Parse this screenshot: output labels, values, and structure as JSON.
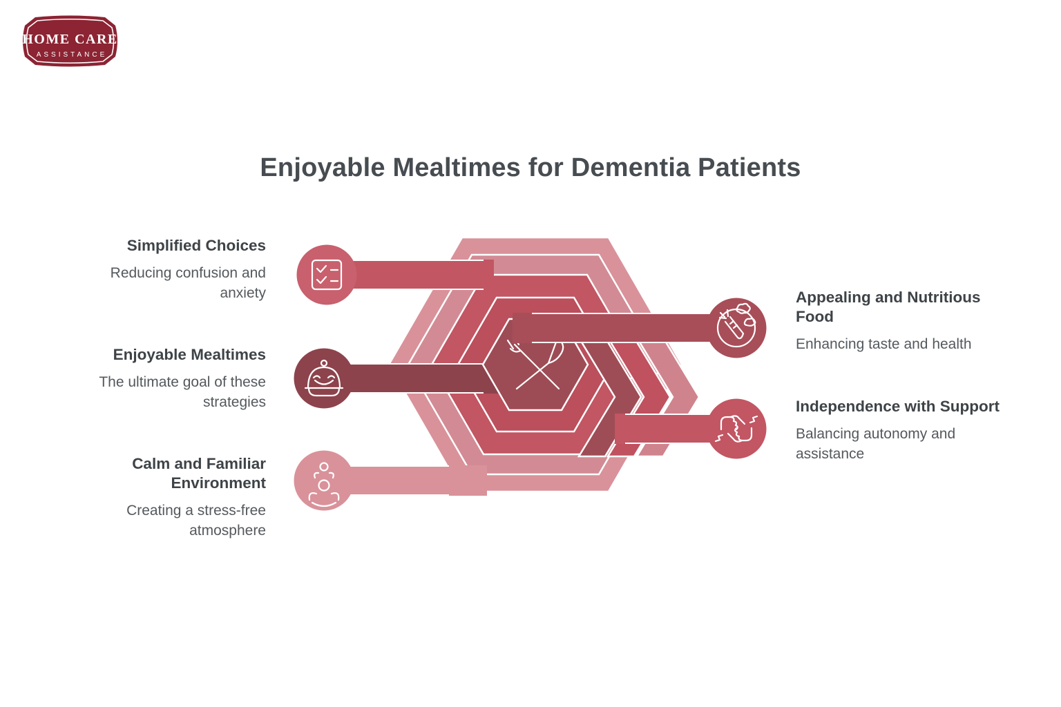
{
  "logo": {
    "line1": "HOME CARE",
    "line2": "ASSISTANCE"
  },
  "title": "Enjoyable Mealtimes for Dementia Patients",
  "items": [
    {
      "id": "simplified-choices",
      "side": "left",
      "title": "Simplified Choices",
      "subtitle": "Reducing confusion and anxiety",
      "icon": "checklist-icon"
    },
    {
      "id": "enjoyable-mealtimes",
      "side": "left",
      "title": "Enjoyable Mealtimes",
      "subtitle": "The ultimate goal of these strategies",
      "icon": "cloche-smile-icon"
    },
    {
      "id": "calm-environment",
      "side": "left",
      "title": "Calm and Familiar Environment",
      "subtitle": "Creating a stress-free atmosphere",
      "icon": "caregiver-person-icon"
    },
    {
      "id": "appealing-food",
      "side": "right",
      "title": "Appealing and Nutritious Food",
      "subtitle": "Enhancing taste and health",
      "icon": "vegetables-icon"
    },
    {
      "id": "independence-support",
      "side": "right",
      "title": "Independence with Support",
      "subtitle": "Balancing autonomy and assistance",
      "icon": "supporting-hands-icon"
    }
  ],
  "center_icon": "fork-knife-icon",
  "colors": {
    "brand": "#8c2433",
    "pink_light": "#d9929a",
    "pink_mid": "#d28b94",
    "red_mid": "#c25663",
    "red_deep": "#a84e59",
    "maroon": "#8d434c",
    "hex_center": "#9d4c55",
    "red_inner": "#bb4f5c",
    "chevron_dark": "#9e4d56",
    "chevron_mid": "#c0515f",
    "chevron_light": "#cf848d",
    "circle_rose": "#c8606d",
    "title_text": "#474c51",
    "heading_text": "#3e4347",
    "body_text": "#54595d"
  }
}
